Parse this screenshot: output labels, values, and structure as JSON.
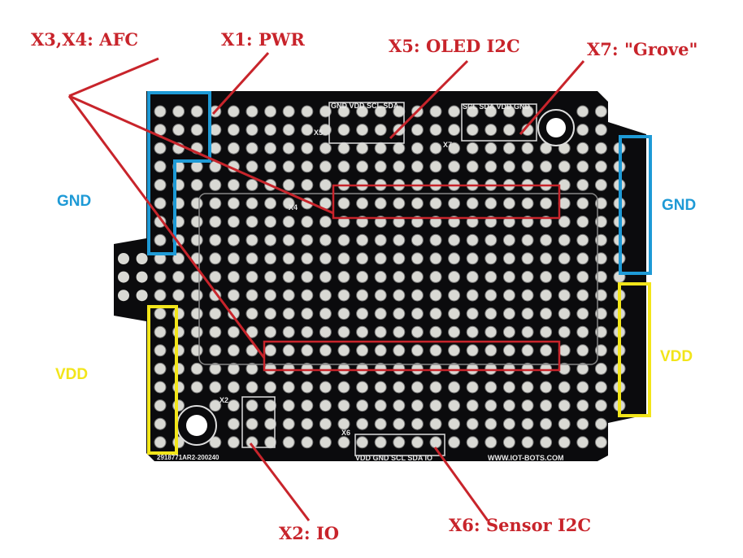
{
  "annotations": {
    "afc": "X3,X4: AFC",
    "pwr": "X1: PWR",
    "oled": "X5: OLED I2C",
    "grove": "X7: \"Grove\"",
    "io": "X2: IO",
    "sensor": "X6: Sensor I2C"
  },
  "rails": {
    "gnd_left": "GND",
    "gnd_right": "GND",
    "vdd_left": "VDD",
    "vdd_right": "VDD"
  },
  "silkscreen": {
    "x5_pins": "GND VDD SCL SDA",
    "x7_pins": "SCL SDA VDD GND",
    "x6_pins": "VDD GND SCL SDA IO",
    "x5": "X5",
    "x7": "X7",
    "x4": "X4",
    "x2": "X2",
    "x6": "X6",
    "website": "WWW.IOT-BOTS.COM",
    "part": "2918771AR2-200240"
  },
  "colors": {
    "annotation": "#c8242b",
    "gnd": "#1e9ad6",
    "vdd": "#f2e51a",
    "board": "#0b0b0d",
    "pad": "#d9d9d4"
  }
}
